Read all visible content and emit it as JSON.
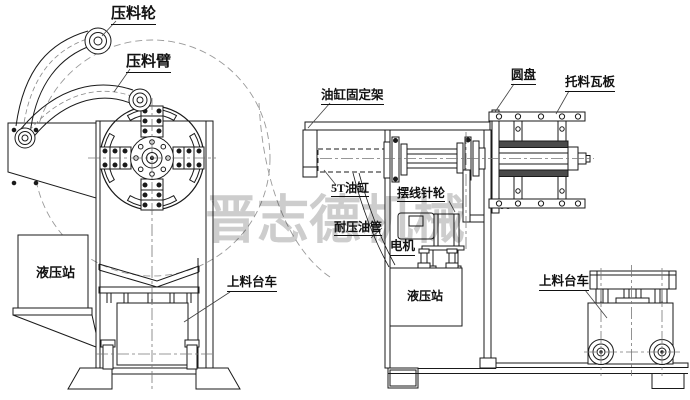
{
  "diagram": {
    "watermark": "晋志德机械",
    "labels": {
      "press_wheel": "压料轮",
      "press_arm": "压料臂",
      "hydraulic_station_left": "液压站",
      "loading_trolley_left": "上料台车",
      "cylinder_bracket": "油缸固定架",
      "cylinder_5t": "5T油缸",
      "pressure_hose": "耐压油管",
      "cycloid_reducer": "摆线针轮",
      "motor": "电机",
      "disc": "圆盘",
      "support_plate": "托料瓦板",
      "hydraulic_station_right": "液压站",
      "loading_trolley_right": "上料台车"
    },
    "colors": {
      "line": "#1a1a1a",
      "dashed": "#909090",
      "watermark": "#bcbcbc",
      "background": "#ffffff"
    }
  }
}
